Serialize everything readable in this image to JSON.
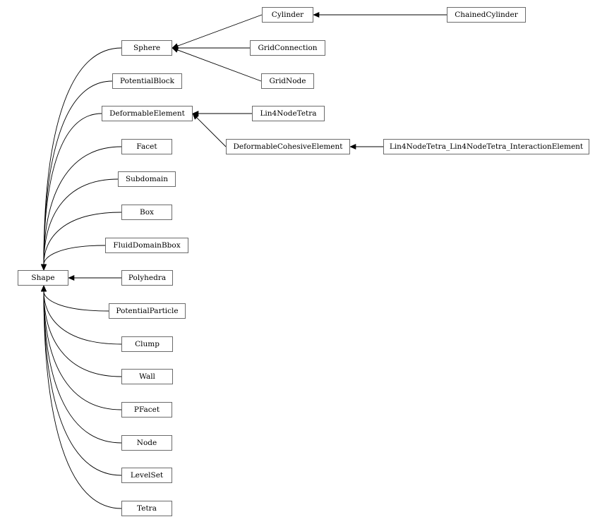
{
  "diagram": {
    "nodes": [
      {
        "id": "Shape",
        "label": "Shape"
      },
      {
        "id": "Sphere",
        "label": "Sphere"
      },
      {
        "id": "Cylinder",
        "label": "Cylinder"
      },
      {
        "id": "ChainedCylinder",
        "label": "ChainedCylinder"
      },
      {
        "id": "GridConnection",
        "label": "GridConnection"
      },
      {
        "id": "GridNode",
        "label": "GridNode"
      },
      {
        "id": "PotentialBlock",
        "label": "PotentialBlock"
      },
      {
        "id": "DeformableElement",
        "label": "DeformableElement"
      },
      {
        "id": "Lin4NodeTetra",
        "label": "Lin4NodeTetra"
      },
      {
        "id": "DeformableCohesiveElement",
        "label": "DeformableCohesiveElement"
      },
      {
        "id": "Lin4NodeTetra_Lin4NodeTetra_InteractionElement",
        "label": "Lin4NodeTetra_Lin4NodeTetra_InteractionElement"
      },
      {
        "id": "Facet",
        "label": "Facet"
      },
      {
        "id": "Subdomain",
        "label": "Subdomain"
      },
      {
        "id": "Box",
        "label": "Box"
      },
      {
        "id": "FluidDomainBbox",
        "label": "FluidDomainBbox"
      },
      {
        "id": "Polyhedra",
        "label": "Polyhedra"
      },
      {
        "id": "PotentialParticle",
        "label": "PotentialParticle"
      },
      {
        "id": "Clump",
        "label": "Clump"
      },
      {
        "id": "Wall",
        "label": "Wall"
      },
      {
        "id": "PFacet",
        "label": "PFacet"
      },
      {
        "id": "Node",
        "label": "Node"
      },
      {
        "id": "LevelSet",
        "label": "LevelSet"
      },
      {
        "id": "Tetra",
        "label": "Tetra"
      }
    ],
    "edges": [
      {
        "from": "Sphere",
        "to": "Shape"
      },
      {
        "from": "PotentialBlock",
        "to": "Shape"
      },
      {
        "from": "DeformableElement",
        "to": "Shape"
      },
      {
        "from": "Facet",
        "to": "Shape"
      },
      {
        "from": "Subdomain",
        "to": "Shape"
      },
      {
        "from": "Box",
        "to": "Shape"
      },
      {
        "from": "FluidDomainBbox",
        "to": "Shape"
      },
      {
        "from": "Polyhedra",
        "to": "Shape"
      },
      {
        "from": "PotentialParticle",
        "to": "Shape"
      },
      {
        "from": "Clump",
        "to": "Shape"
      },
      {
        "from": "Wall",
        "to": "Shape"
      },
      {
        "from": "PFacet",
        "to": "Shape"
      },
      {
        "from": "Node",
        "to": "Shape"
      },
      {
        "from": "LevelSet",
        "to": "Shape"
      },
      {
        "from": "Tetra",
        "to": "Shape"
      },
      {
        "from": "Cylinder",
        "to": "Sphere"
      },
      {
        "from": "GridConnection",
        "to": "Sphere"
      },
      {
        "from": "GridNode",
        "to": "Sphere"
      },
      {
        "from": "ChainedCylinder",
        "to": "Cylinder"
      },
      {
        "from": "Lin4NodeTetra",
        "to": "DeformableElement"
      },
      {
        "from": "DeformableCohesiveElement",
        "to": "DeformableElement"
      },
      {
        "from": "Lin4NodeTetra_Lin4NodeTetra_InteractionElement",
        "to": "DeformableCohesiveElement"
      }
    ]
  }
}
